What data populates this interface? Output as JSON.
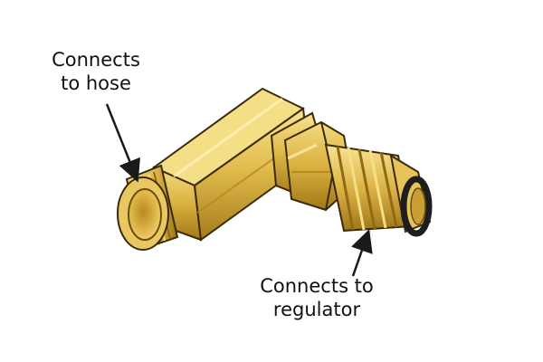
{
  "labels": {
    "hose": {
      "line1": "Connects",
      "line2": "to hose"
    },
    "regulator": {
      "line1": "Connects to",
      "line2": "regulator"
    }
  },
  "colors": {
    "brass_light": "#f3da7a",
    "brass_mid": "#d9b140",
    "brass_dark": "#9c7414",
    "outline": "#3a2a08",
    "o_ring": "#1e1e1e",
    "arrow": "#1a1a1a"
  }
}
